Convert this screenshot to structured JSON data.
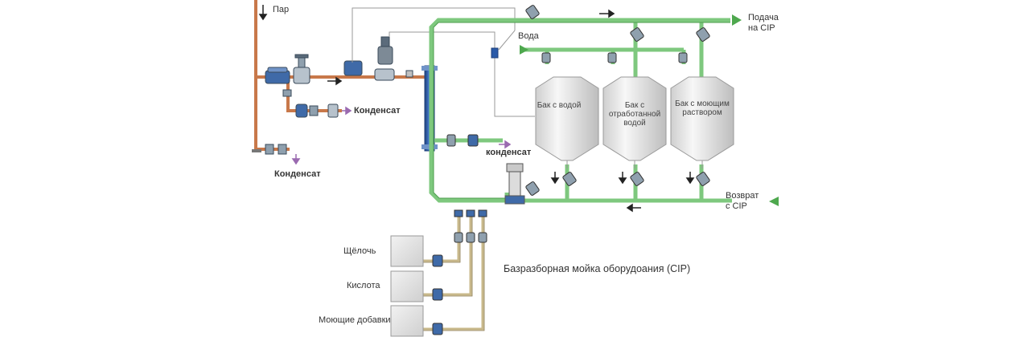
{
  "labels": {
    "steam": "Пар",
    "condensate_1": "Конденсат",
    "condensate_2": "конденсат",
    "condensate_3": "Конденсат",
    "water": "Вода",
    "supply_cip": "Подача на CIP",
    "return_cip": "Возврат с CIP",
    "alkali": "Щёлочь",
    "acid": "Кислота",
    "additives": "Моющие добавки"
  },
  "tanks": [
    {
      "name": "Бак с водой"
    },
    {
      "name": "Бак с отработанной водой"
    },
    {
      "name": "Бак с моющим раствором"
    }
  ],
  "caption": "Базразборная мойка оборудоания (CIP)",
  "colors": {
    "steam_pipe": "#c8784a",
    "cip_pipe": "#7ec87e",
    "cip_pipe_dark": "#4e9e4e",
    "chem_pipe": "#c8b88a",
    "heat_exchanger": "#2a5aa8",
    "tank": "#e4e4e4",
    "arrow": "#222222",
    "condensate_arrow": "#9a6ab0"
  }
}
